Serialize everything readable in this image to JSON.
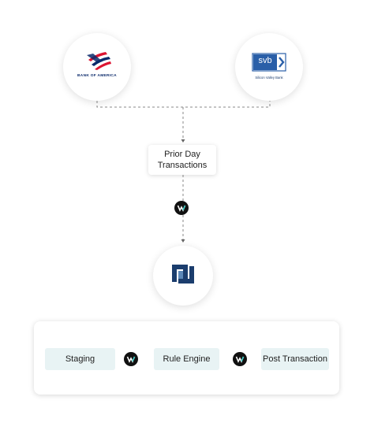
{
  "banks": {
    "bofa_text": "BANK OF AMERICA",
    "svb_text": "Silicon Valley Bank",
    "svb_mark": "svb"
  },
  "prior_day": {
    "line1": "Prior Day",
    "line2": "Transactions"
  },
  "pipeline": {
    "steps": [
      "Staging",
      "Rule Engine",
      "Post Transaction"
    ]
  },
  "colors": {
    "accent": "#36c7c1",
    "badge": "#111111",
    "step_bg": "#e8f3f4",
    "svb_blue": "#2a5fa8",
    "bofa_red": "#dc1431",
    "bofa_blue": "#0b2a6b"
  },
  "icons": [
    "bank-of-america-logo",
    "svb-logo",
    "netsuite-logo",
    "connector-badge-icon"
  ]
}
